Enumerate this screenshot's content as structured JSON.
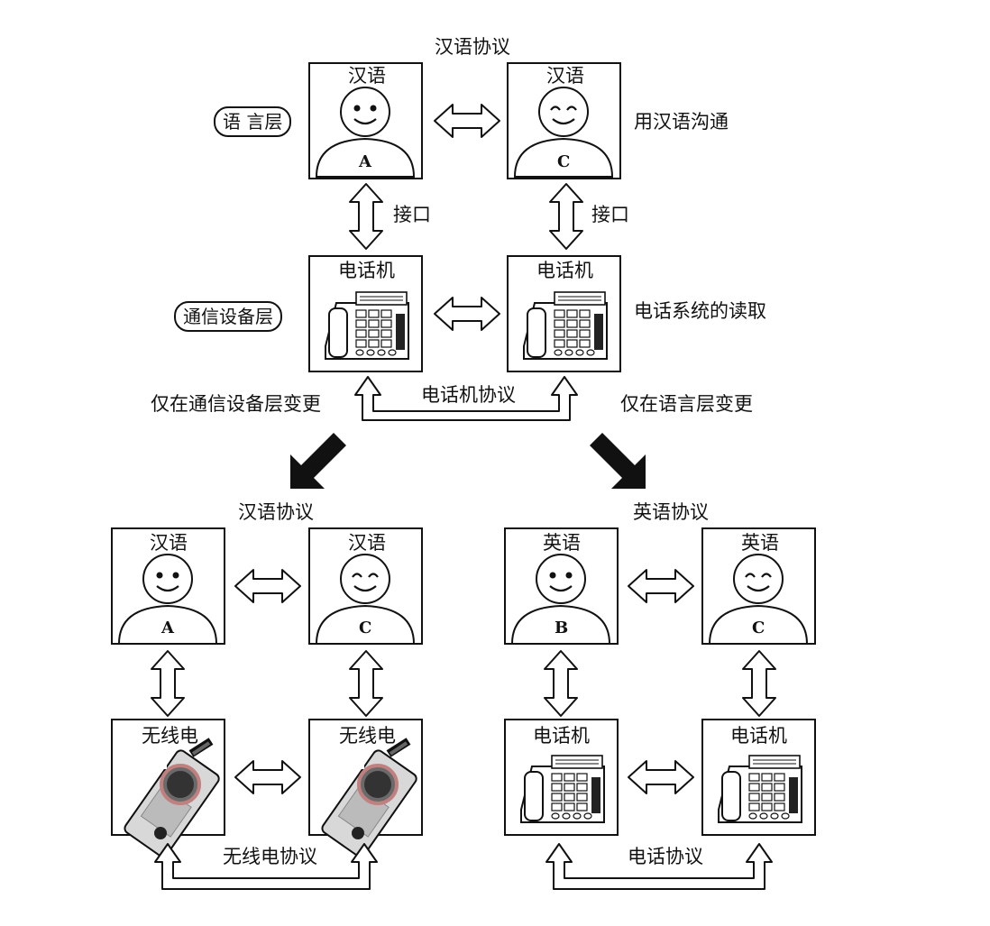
{
  "top": {
    "protocol_label": "汉语协议",
    "layer_language": "语 言层",
    "layer_device": "通信设备层",
    "person_a_title": "汉语",
    "person_a_letter": "A",
    "person_c_title": "汉语",
    "person_c_letter": "C",
    "right_note_language": "用汉语沟通",
    "interface_left": "接口",
    "interface_right": "接口",
    "phone_left_title": "电话机",
    "phone_right_title": "电话机",
    "right_note_device": "电话系统的读取",
    "phone_protocol": "电话机协议",
    "change_left": "仅在通信设备层变更",
    "change_right": "仅在语言层变更"
  },
  "bottom_left": {
    "protocol_label": "汉语协议",
    "person_a_title": "汉语",
    "person_a_letter": "A",
    "person_c_title": "汉语",
    "person_c_letter": "C",
    "radio_left_title": "无线电",
    "radio_right_title": "无线电",
    "radio_protocol": "无线电协议"
  },
  "bottom_right": {
    "protocol_label": "英语协议",
    "person_b_title": "英语",
    "person_b_letter": "B",
    "person_c_title": "英语",
    "person_c_letter": "C",
    "phone_left_title": "电话机",
    "phone_right_title": "电话机",
    "phone_protocol": "电话协议"
  }
}
